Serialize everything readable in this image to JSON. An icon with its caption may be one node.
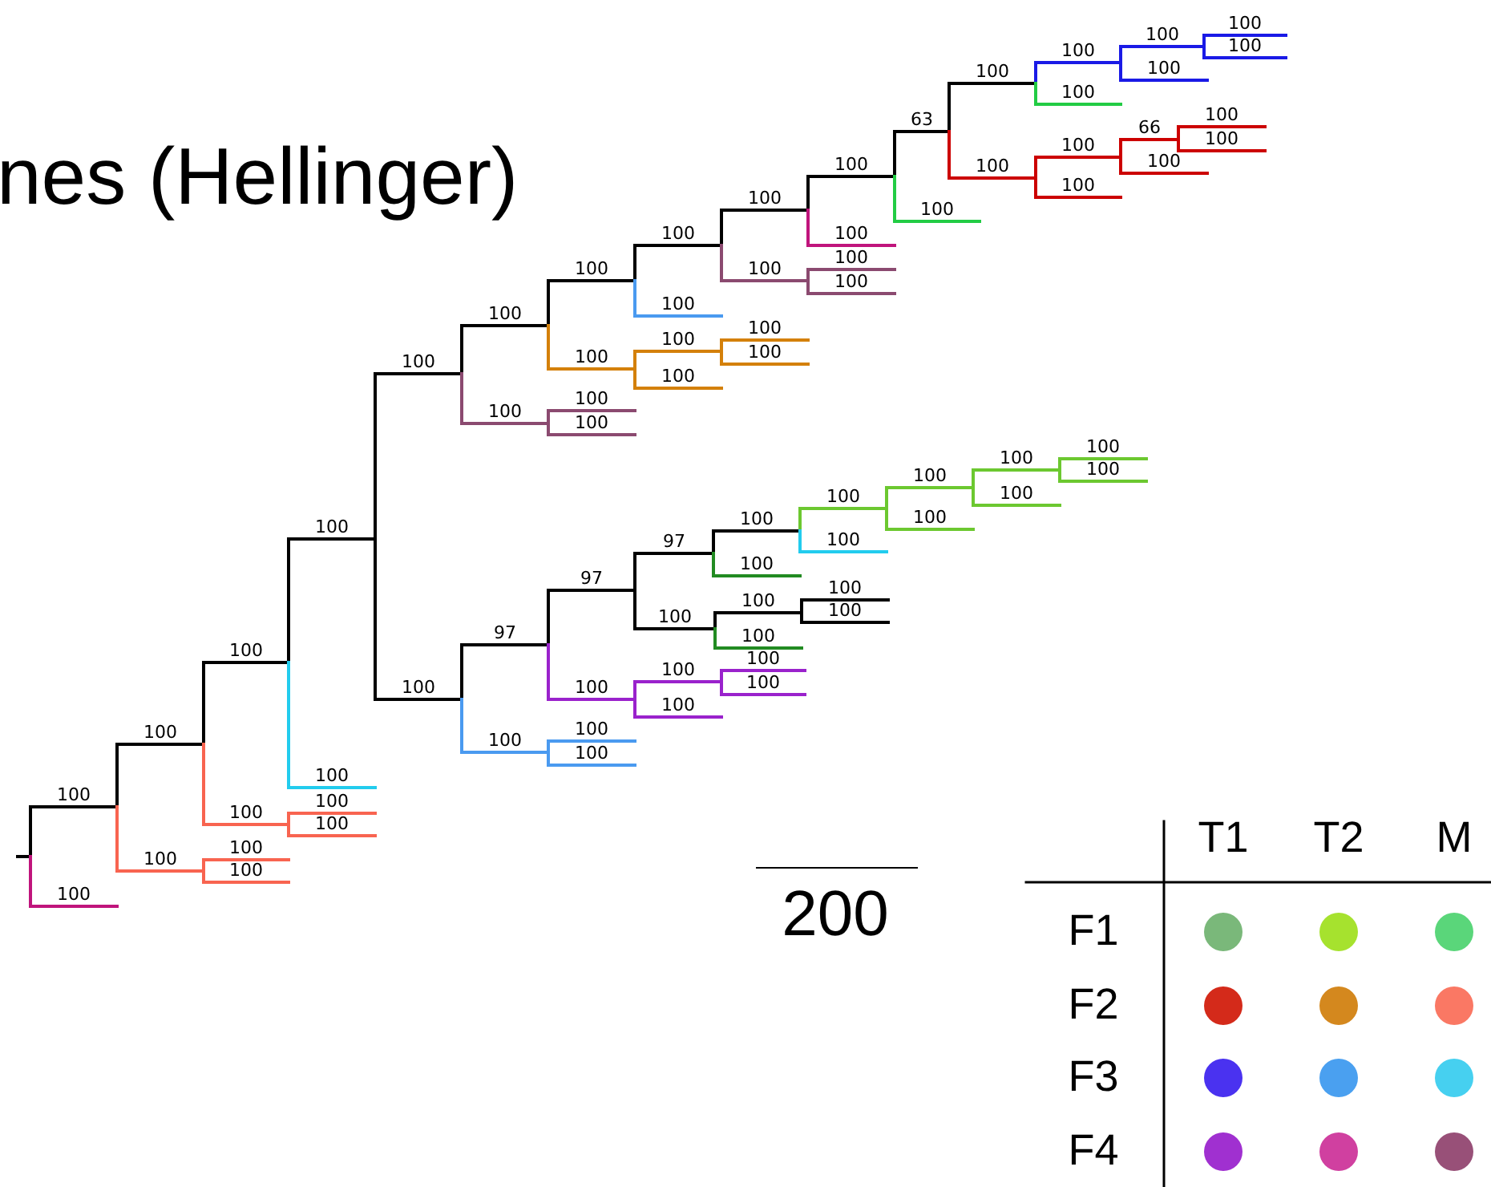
{
  "diagram": {
    "title": "nes (Hellinger)",
    "labels": [
      "100",
      "100",
      "100",
      "100",
      "100",
      "100",
      "100",
      "100",
      "63",
      "66",
      "100",
      "100",
      "100",
      "100",
      "100",
      "100",
      "100",
      "100",
      "100",
      "100",
      "100",
      "100",
      "100",
      "100",
      "100",
      "100",
      "100",
      "100",
      "100",
      "100",
      "100",
      "100",
      "100",
      "100",
      "100",
      "100",
      "100",
      "100",
      "100",
      "100",
      "100",
      "100",
      "100",
      "100",
      "100",
      "97",
      "100",
      "97",
      "100",
      "100",
      "100",
      "100",
      "97",
      "100",
      "100",
      "100",
      "100",
      "100",
      "100",
      "100",
      "100",
      "100",
      "100",
      "100",
      "100",
      "100",
      "100",
      "100",
      "100",
      "100",
      "100",
      "100",
      "100",
      "100",
      "200",
      "T1",
      "T2",
      "M",
      "F1",
      "F2",
      "F3",
      "F4"
    ]
  }
}
